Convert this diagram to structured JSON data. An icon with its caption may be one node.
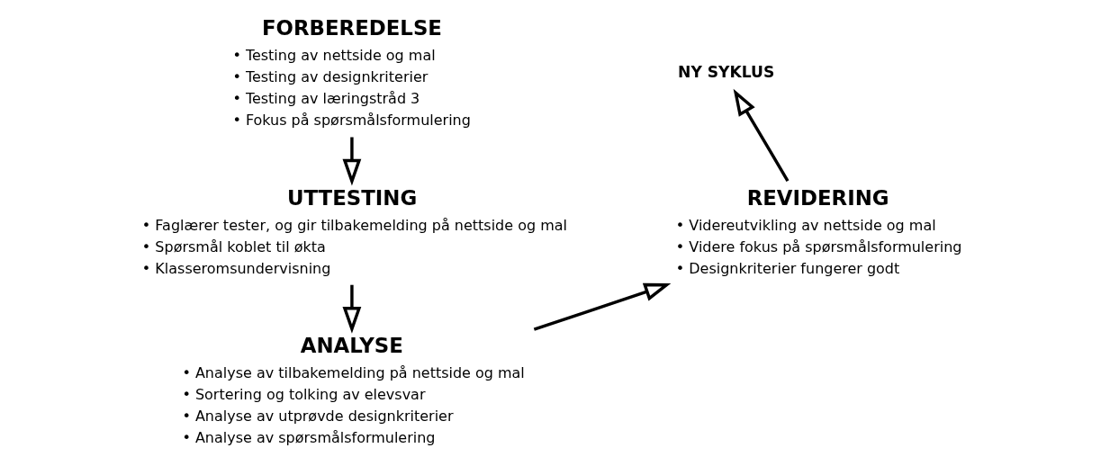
{
  "diagram": {
    "nodes": [
      {
        "text": [
          "FORBEREDELSE",
          "• Testing av nettside og mal",
          "• Testing av designkriterier",
          "• Testing av læringstråd 3",
          "• Fokus på spørsmålsformulering"
        ]
      },
      {
        "text": [
          "UTTESTING",
          "• Faglærer tester, og gir tilbakemelding på nettside og mal",
          "• Spørsmål koblet til økta",
          "• Klasseromsundervisning"
        ]
      },
      {
        "text": [
          "ANALYSE",
          "• Analyse av tilbakemelding på nettside og mal",
          "• Sortering og tolking av elevsvar",
          "• Analyse av utprøvde designkriterier",
          "• Analyse av spørsmålsformulering"
        ]
      },
      {
        "text": [
          "REVIDERING",
          "• Videreutvikling av nettside og mal",
          "• Videre fokus på spørsmålsformulering",
          "• Designkriterier fungerer godt"
        ]
      },
      {
        "text": [
          "NY SYKLUS"
        ]
      }
    ],
    "edges": [
      {
        "from": 0,
        "to": 1,
        "arrow": "to"
      },
      {
        "from": 1,
        "to": 2,
        "arrow": "to"
      },
      {
        "from": 2,
        "to": 3,
        "arrow": "to"
      },
      {
        "from": 3,
        "to": 4,
        "arrow": "to"
      }
    ]
  }
}
